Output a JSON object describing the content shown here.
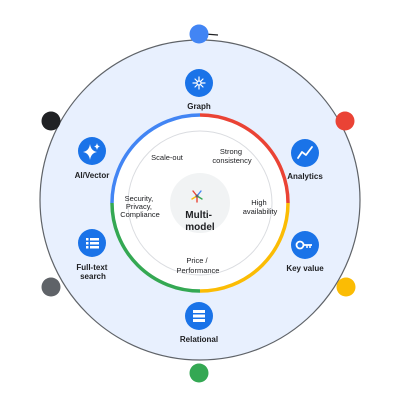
{
  "center": {
    "title_line1": "Multi-",
    "title_line2": "model"
  },
  "ring_labels": [
    {
      "key": "scale_out",
      "lines": [
        "Scale-out"
      ]
    },
    {
      "key": "strong_consistency",
      "lines": [
        "Strong",
        "consistency"
      ]
    },
    {
      "key": "high_availability",
      "lines": [
        "High",
        "availability"
      ]
    },
    {
      "key": "price_performance",
      "lines": [
        "Price /",
        "Performance"
      ]
    },
    {
      "key": "security",
      "lines": [
        "Security,",
        "Privacy,",
        "Compliance"
      ]
    }
  ],
  "models": [
    {
      "key": "graph",
      "lines": [
        "Graph"
      ],
      "icon": "graph-icon"
    },
    {
      "key": "analytics",
      "lines": [
        "Analytics"
      ],
      "icon": "trend-line-icon"
    },
    {
      "key": "key_value",
      "lines": [
        "Key value"
      ],
      "icon": "key-icon"
    },
    {
      "key": "relational",
      "lines": [
        "Relational"
      ],
      "icon": "table-icon"
    },
    {
      "key": "full_text_search",
      "lines": [
        "Full-text",
        "search"
      ],
      "icon": "list-icon"
    },
    {
      "key": "ai_vector",
      "lines": [
        "AI/Vector"
      ],
      "icon": "sparkle-icon"
    }
  ],
  "colors": {
    "outer_circle": "#e8f0fe",
    "outer_stroke": "#5f6368",
    "node_fill": "#1a73e8",
    "blue": "#4285f4",
    "red": "#ea4335",
    "yellow": "#fbbc04",
    "green": "#34a853",
    "black": "#202124",
    "gray": "#5f6368"
  }
}
